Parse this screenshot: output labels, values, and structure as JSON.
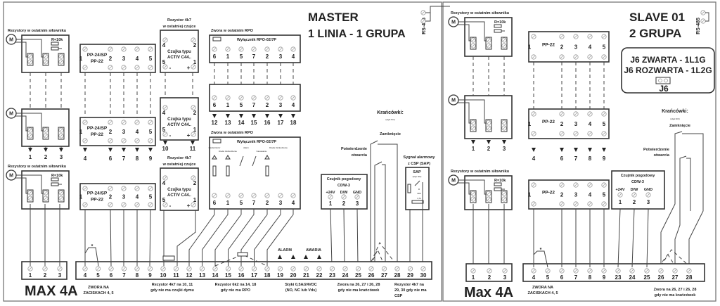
{
  "common": {
    "motor": "M",
    "actuator_label": "Rezystory w ostatnim siłowniku",
    "resistor_10k": "R=10k",
    "pp_label": "PP-24/SP",
    "pp_label2": "PP-22",
    "pp_pins": [
      "1",
      "2",
      "3",
      "4",
      "5"
    ],
    "minus": "-",
    "plus": "+",
    "star": "*",
    "rs485": "RS-485"
  },
  "master": {
    "title": "MASTER",
    "subtitle": "1 LINIA - 1 GRUPA",
    "actuator_outputs": [
      "1",
      "2",
      "3"
    ],
    "pp_outputs": [
      "4",
      "6",
      "7",
      "8",
      "9"
    ],
    "detector": {
      "resistor_title": "Rezystor 4k7",
      "resistor_sub": "w ostatniej czujce",
      "type1": "Czujka typu",
      "type2": "ACTIV C44..",
      "pins": [
        "4",
        "2",
        "5",
        "1"
      ],
      "outputs": [
        "10",
        "11"
      ]
    },
    "rpo": {
      "jumper": "Zwora  w ostatnim RPO",
      "title": "Wyłącznik RPO-02/7P",
      "pins": [
        "6",
        "1",
        "5",
        "7",
        "2",
        "3",
        "4"
      ],
      "outputs": [
        "12",
        "13",
        "14",
        "15",
        "16",
        "17",
        "18"
      ],
      "diode_labels": [
        "Dioda Dozór",
        "Dioda Uszkodzenie",
        "Alarm",
        "Kasowanie",
        "Dioda Uszkodzenie"
      ]
    },
    "limit_switches": {
      "title": "Krańcówki:",
      "sub": "(styki NO)",
      "close": "Zamknięcie",
      "open1": "Potwierdzenie",
      "open2": "otwarcia"
    },
    "weather": {
      "title": "Czujnik pogodowy",
      "model": "CDW-3",
      "pin_labels": [
        "+24V",
        "D/W",
        "GND"
      ],
      "pins": [
        "1",
        "2",
        "3"
      ]
    },
    "sap": {
      "title1": "Sygnał alarmowy",
      "title2": "z CSP (SAP)",
      "box": "SAP",
      "sub": "(styk NO)",
      "r": "R",
      "r_val": "680",
      "r2": "4,7k"
    },
    "alarm": "ALARM",
    "awaria": "AWARIA",
    "terminals_left": [
      "1",
      "2",
      "3"
    ],
    "terminals": [
      "4",
      "5",
      "6",
      "7",
      "8",
      "9",
      "10",
      "11",
      "12",
      "13",
      "14",
      "15",
      "16",
      "17",
      "18",
      "19",
      "20",
      "21",
      "22",
      "23",
      "24",
      "25",
      "26",
      "27",
      "28",
      "29",
      "30"
    ],
    "model": "MAX 4A",
    "notes": {
      "jumper45_1": "ZWORA NA",
      "jumper45_2": "ZACISKACH 4, 5",
      "r1011_1": "Rezystor 4k7 na 10, 11",
      "r1011_2": "gdy nie ma czujki dymu",
      "r1418_1": "Rezystor 6k2 na 14, 18",
      "r1418_2": "gdy nie ma RPO",
      "contacts_1": "Styki 0,5A/24VDC",
      "contacts_2": "(NO, NC lub Vds)",
      "j2627_1": "Zwora na 26, 27 i 26, 28",
      "j2627_2": "gdy nie ma  krańcówek",
      "r2930_1": "Rezystor 4k7 na",
      "r2930_2": "29, 30 gdy nie ma",
      "r2930_3": "CSP"
    }
  },
  "slave": {
    "title": "SLAVE 01",
    "subtitle": "2 GRUPA",
    "j6_line1": "J6  ZWARTA  -  1L1G",
    "j6_line2": "J6 ROZWARTA - 1L2G",
    "j6_label": "J6",
    "actuator_outputs": [
      "1",
      "2",
      "3"
    ],
    "pp_outputs": [
      "4",
      "6",
      "7",
      "8",
      "9"
    ],
    "terminals_left": [
      "1",
      "2",
      "3"
    ],
    "terminals": [
      "4",
      "5",
      "6",
      "7",
      "8",
      "9",
      "23",
      "24",
      "25",
      "26",
      "27",
      "28"
    ],
    "model": "Max 4A",
    "notes": {
      "jumper45_1": "ZWORA NA",
      "jumper45_2": "ZACISKACH 4, 5",
      "j2627_1": "Zwora na 26, 27 i 26, 28",
      "j2627_2": "gdy nie ma  krańcówek"
    }
  }
}
